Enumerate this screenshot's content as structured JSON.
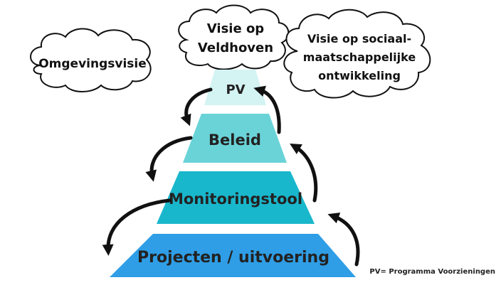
{
  "clouds": {
    "left": {
      "label": "Omgevingsvisie"
    },
    "center": {
      "line1": "Visie op",
      "line2": "Veldhoven"
    },
    "right": {
      "line1": "Visie op sociaal-",
      "line2": "maatschappelijke",
      "line3": "ontwikkeling"
    }
  },
  "pyramid": {
    "levels": [
      {
        "label": "PV",
        "color": "#d4f3f3"
      },
      {
        "label": "Beleid",
        "color": "#6ad3d8"
      },
      {
        "label": "Monitoringstool",
        "color": "#19b7cc"
      },
      {
        "label": "Projecten / uitvoering",
        "color": "#2f9ee6"
      }
    ]
  },
  "footnote": "PV= Programma Voorzieningen",
  "colors": {
    "arrow": "#111111",
    "cloud_fill": "#ffffff",
    "cloud_stroke": "#111111"
  }
}
